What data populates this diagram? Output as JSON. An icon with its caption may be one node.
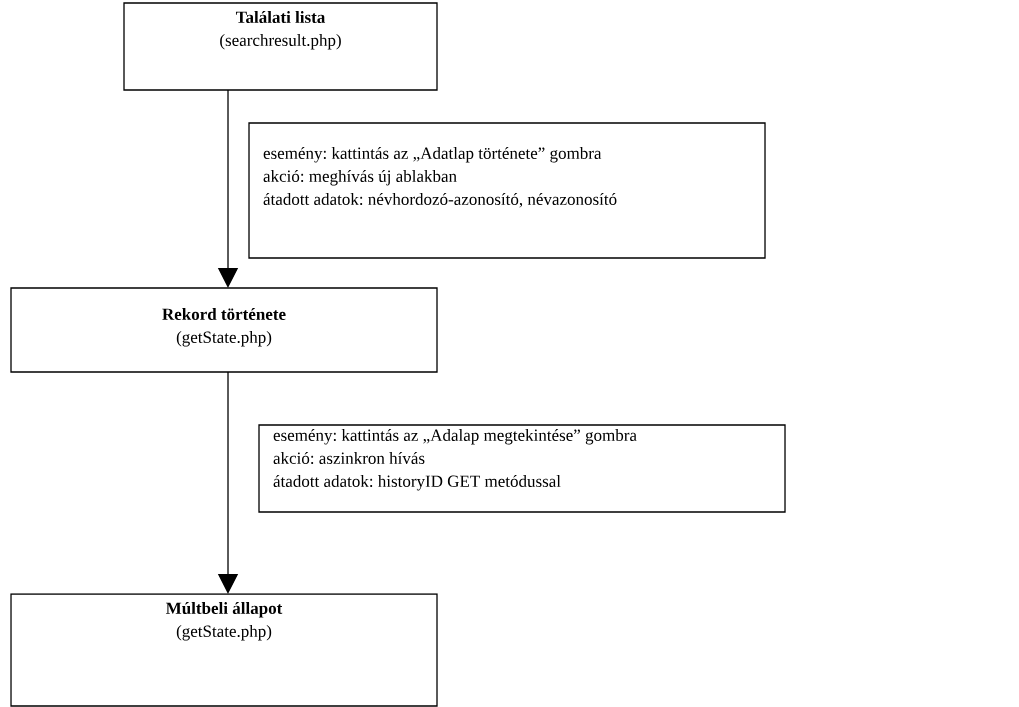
{
  "diagram": {
    "nodes": [
      {
        "text": [
          "Találati lista",
          "(searchresult.php)"
        ]
      },
      {
        "text": [
          "esemény: kattintás az „Adatlap története” gombra",
          "akció: meghívás új ablakban",
          "átadott adatok: névhordozó-azonosító, névazonosító"
        ]
      },
      {
        "text": [
          "Rekord története",
          "(getState.php)"
        ]
      },
      {
        "text": [
          "esemény: kattintás az „Adalap megtekintése” gombra",
          "akció: aszinkron hívás",
          "átadott adatok: historyID GET metódussal"
        ]
      },
      {
        "text": [
          "Múltbeli állapot",
          "(getState.php)"
        ]
      }
    ],
    "edges": [
      {
        "from": 0,
        "to": 2,
        "arrow": "to"
      },
      {
        "from": 2,
        "to": 4,
        "arrow": "to"
      }
    ]
  }
}
